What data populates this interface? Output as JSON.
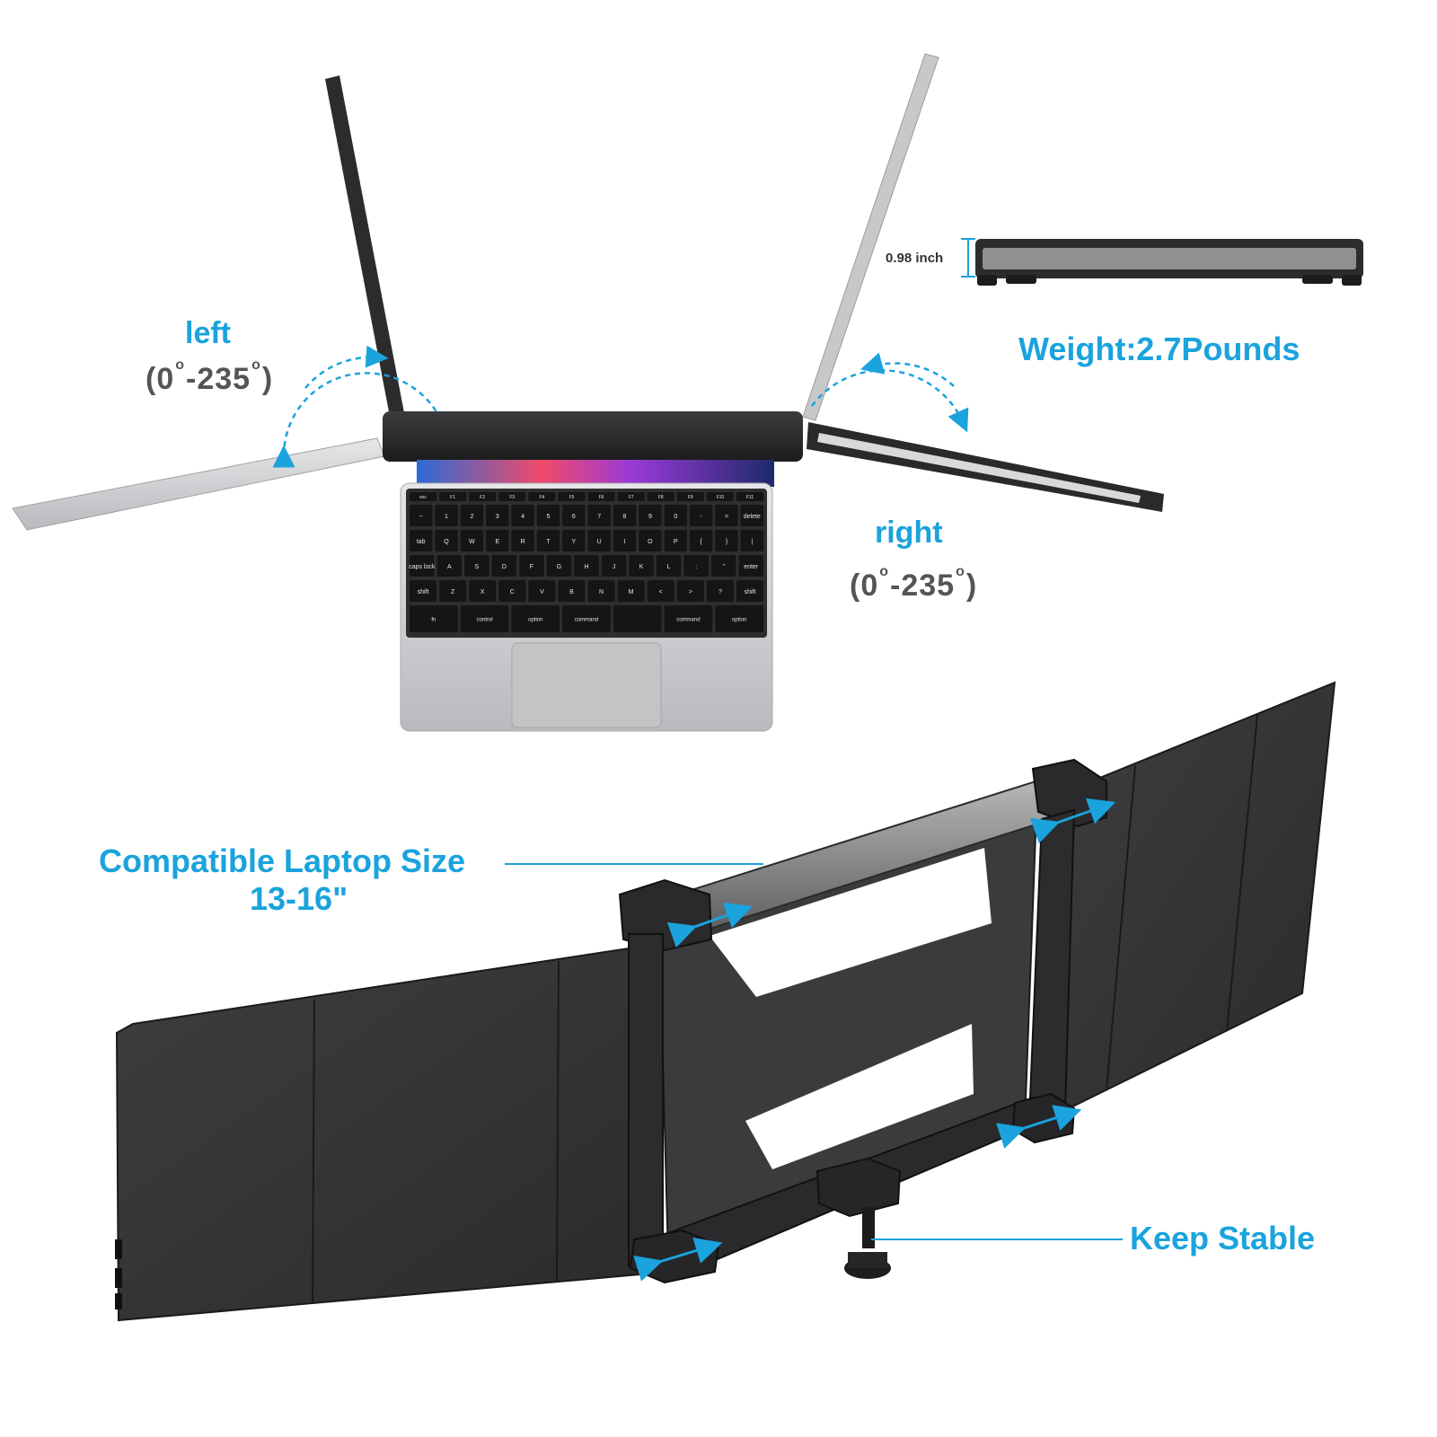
{
  "labels": {
    "left_title": "left",
    "left_range_start": "0",
    "left_range_end": "235",
    "right_title": "right",
    "right_range_start": "0",
    "right_range_end": "235",
    "thickness": "0.98 inch",
    "weight": "Weight:2.7Pounds",
    "compatible_line1": "Compatible Laptop Size",
    "compatible_line2": "13-16\"",
    "keep_stable": "Keep Stable"
  },
  "keyboard": {
    "fn_row": [
      "esc",
      "F1",
      "F2",
      "F3",
      "F4",
      "F5",
      "F6",
      "F7",
      "F8",
      "F9",
      "F10",
      "F11"
    ],
    "num_row": [
      "~",
      "1",
      "2",
      "3",
      "4",
      "5",
      "6",
      "7",
      "8",
      "9",
      "0",
      "-",
      "=",
      "delete"
    ],
    "top_row": [
      "tab",
      "Q",
      "W",
      "E",
      "R",
      "T",
      "Y",
      "U",
      "I",
      "O",
      "P",
      "{",
      "}",
      "|"
    ],
    "home_row": [
      "caps lock",
      "A",
      "S",
      "D",
      "F",
      "G",
      "H",
      "J",
      "K",
      "L",
      ":",
      "\"",
      "enter"
    ],
    "bottom_row": [
      "shift",
      "Z",
      "X",
      "C",
      "V",
      "B",
      "N",
      "M",
      "<",
      ">",
      "?",
      "shift"
    ],
    "mod_row": [
      "fn",
      "control",
      "option",
      "command",
      "",
      "command",
      "option"
    ]
  },
  "colors": {
    "accent": "#1aa3dc",
    "dark": "#2a2a2c",
    "panel": "#3a3a3c",
    "silver": "#c9cacc"
  }
}
